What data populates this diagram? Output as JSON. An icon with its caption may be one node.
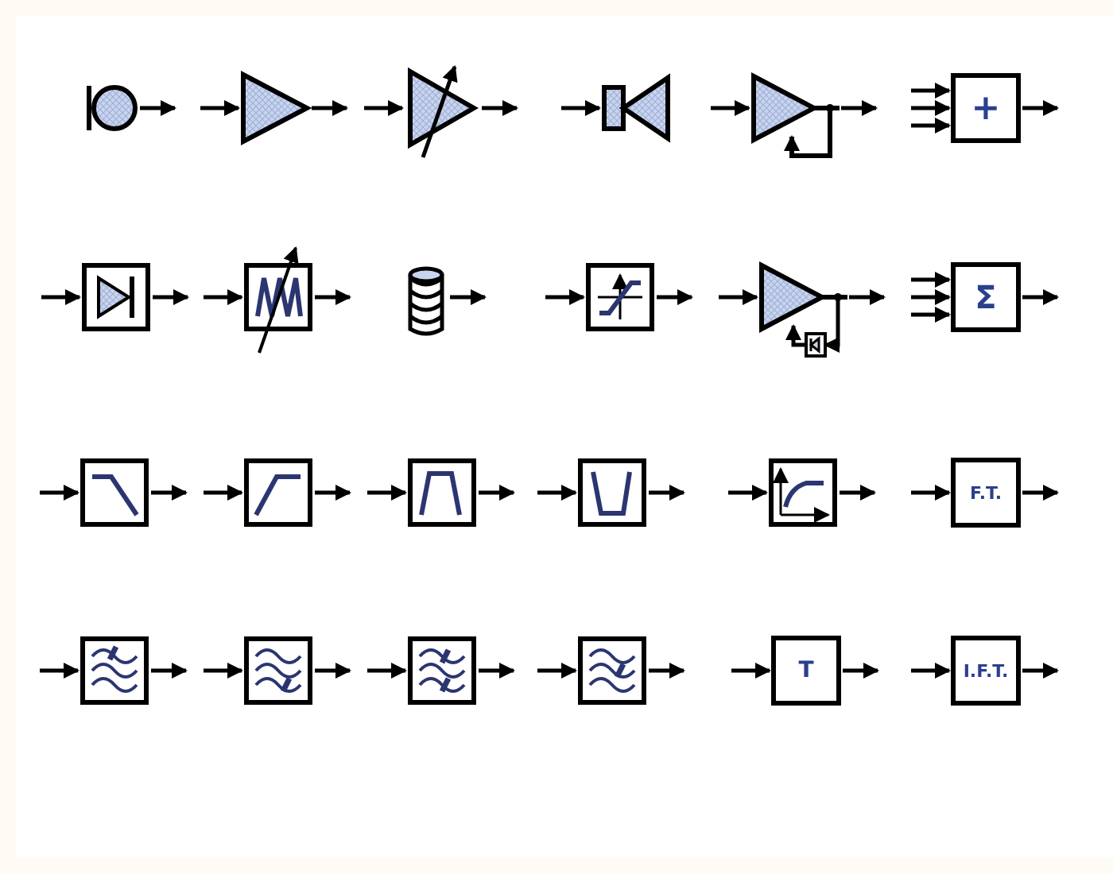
{
  "diagram": {
    "nodes": [
      {
        "text": [],
        "shape": "circle"
      },
      {
        "text": [],
        "shape": "triangle"
      },
      {
        "text": [],
        "shape": "triangle"
      },
      {
        "text": [],
        "shape": "picture"
      },
      {
        "text": [],
        "shape": "triangle"
      },
      {
        "text": [
          "+"
        ]
      },
      {
        "text": [],
        "shape": "box"
      },
      {
        "text": [],
        "shape": "box"
      },
      {
        "text": [],
        "shape": "picture"
      },
      {
        "text": [],
        "shape": "box"
      },
      {
        "text": [],
        "shape": "triangle"
      },
      {
        "text": [
          "Σ"
        ]
      },
      {
        "text": [],
        "shape": "box"
      },
      {
        "text": [],
        "shape": "box"
      },
      {
        "text": [],
        "shape": "box"
      },
      {
        "text": [],
        "shape": "box"
      },
      {
        "text": [],
        "shape": "box"
      },
      {
        "text": [
          "F.T."
        ]
      },
      {
        "text": [],
        "shape": "box"
      },
      {
        "text": [],
        "shape": "box"
      },
      {
        "text": [],
        "shape": "box"
      },
      {
        "text": [],
        "shape": "box"
      },
      {
        "text": [
          "T"
        ]
      },
      {
        "text": [
          "I.F.T."
        ]
      }
    ],
    "edges": [
      {
        "from": 0,
        "to": null,
        "arrow": "to"
      },
      {
        "from": null,
        "to": 1,
        "arrow": "to"
      },
      {
        "from": 1,
        "to": null,
        "arrow": "to"
      },
      {
        "from": null,
        "to": 2,
        "arrow": "to"
      },
      {
        "from": 2,
        "to": null,
        "arrow": "to"
      },
      {
        "from": null,
        "to": 3,
        "arrow": "to"
      },
      {
        "from": null,
        "to": 4,
        "arrow": "to"
      },
      {
        "from": 4,
        "to": null,
        "arrow": "to"
      },
      {
        "from": null,
        "to": 5,
        "arrow": "to"
      },
      {
        "from": null,
        "to": 5,
        "arrow": "to"
      },
      {
        "from": null,
        "to": 5,
        "arrow": "to"
      },
      {
        "from": 5,
        "to": null,
        "arrow": "to"
      },
      {
        "from": null,
        "to": 6,
        "arrow": "to"
      },
      {
        "from": 6,
        "to": null,
        "arrow": "to"
      },
      {
        "from": null,
        "to": 7,
        "arrow": "to"
      },
      {
        "from": 7,
        "to": null,
        "arrow": "to"
      },
      {
        "from": 8,
        "to": null,
        "arrow": "to"
      },
      {
        "from": null,
        "to": 9,
        "arrow": "to"
      },
      {
        "from": 9,
        "to": null,
        "arrow": "to"
      },
      {
        "from": null,
        "to": 10,
        "arrow": "to"
      },
      {
        "from": 10,
        "to": null,
        "arrow": "to"
      },
      {
        "from": null,
        "to": 11,
        "arrow": "to"
      },
      {
        "from": null,
        "to": 11,
        "arrow": "to"
      },
      {
        "from": null,
        "to": 11,
        "arrow": "to"
      },
      {
        "from": 11,
        "to": null,
        "arrow": "to"
      },
      {
        "from": null,
        "to": 12,
        "arrow": "to"
      },
      {
        "from": 12,
        "to": null,
        "arrow": "to"
      },
      {
        "from": null,
        "to": 13,
        "arrow": "to"
      },
      {
        "from": 13,
        "to": null,
        "arrow": "to"
      },
      {
        "from": null,
        "to": 14,
        "arrow": "to"
      },
      {
        "from": 14,
        "to": null,
        "arrow": "to"
      },
      {
        "from": null,
        "to": 15,
        "arrow": "to"
      },
      {
        "from": 15,
        "to": null,
        "arrow": "to"
      },
      {
        "from": null,
        "to": 16,
        "arrow": "to"
      },
      {
        "from": 16,
        "to": null,
        "arrow": "to"
      },
      {
        "from": null,
        "to": 17,
        "arrow": "to"
      },
      {
        "from": 17,
        "to": null,
        "arrow": "to"
      },
      {
        "from": null,
        "to": 18,
        "arrow": "to"
      },
      {
        "from": 18,
        "to": null,
        "arrow": "to"
      },
      {
        "from": null,
        "to": 19,
        "arrow": "to"
      },
      {
        "from": 19,
        "to": null,
        "arrow": "to"
      },
      {
        "from": null,
        "to": 20,
        "arrow": "to"
      },
      {
        "from": 20,
        "to": null,
        "arrow": "to"
      },
      {
        "from": null,
        "to": 21,
        "arrow": "to"
      },
      {
        "from": 21,
        "to": null,
        "arrow": "to"
      },
      {
        "from": null,
        "to": 22,
        "arrow": "to"
      },
      {
        "from": 22,
        "to": null,
        "arrow": "to"
      },
      {
        "from": null,
        "to": 23,
        "arrow": "to"
      },
      {
        "from": 23,
        "to": null,
        "arrow": "to"
      }
    ]
  }
}
